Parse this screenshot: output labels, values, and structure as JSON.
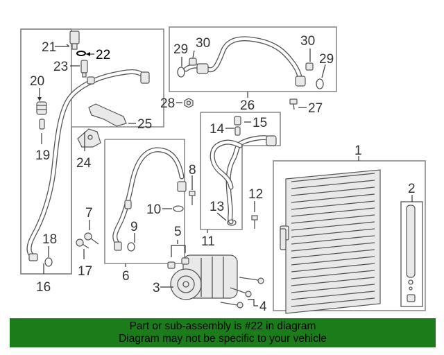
{
  "labels": {
    "l1": "1",
    "l2": "2",
    "l3": "3",
    "l4": "4",
    "l5": "5",
    "l6": "6",
    "l7": "7",
    "l8": "8",
    "l9": "9",
    "l10": "10",
    "l11": "11",
    "l12": "12",
    "l13": "13",
    "l14": "14",
    "l15": "15",
    "l16": "16",
    "l17": "17",
    "l18": "18",
    "l19": "19",
    "l20": "20",
    "l21": "21",
    "l22": "22",
    "l23": "23",
    "l24": "24",
    "l25": "25",
    "l26": "26",
    "l27": "27",
    "l28": "28",
    "l29a": "29",
    "l29b": "29",
    "l30a": "30",
    "l30b": "30"
  },
  "banner": {
    "line1": "Part or sub-assembly is #22 in diagram",
    "line2": "Diagram may not be specific to your vehicle"
  },
  "colors": {
    "banner_bg": "#1a7d1a",
    "highlight_part": "#000000"
  }
}
